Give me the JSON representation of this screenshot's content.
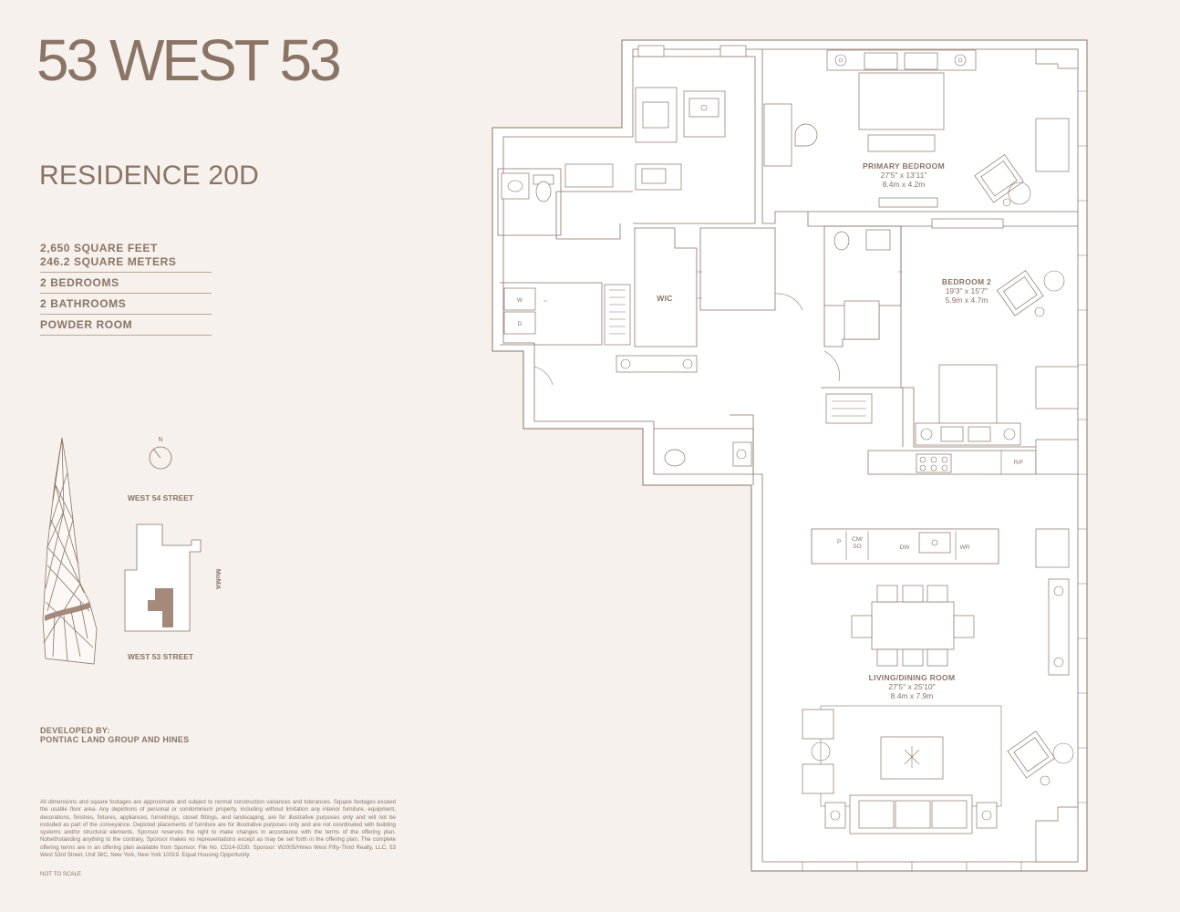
{
  "brand": {
    "title": "53 WEST 53"
  },
  "residence": {
    "title": "RESIDENCE 20D"
  },
  "specs": {
    "square_feet": "2,650 SQUARE FEET",
    "square_meters": "246.2 SQUARE METERS",
    "bedrooms": "2 BEDROOMS",
    "bathrooms": "2 BATHROOMS",
    "powder": "POWDER ROOM"
  },
  "site": {
    "north": "N",
    "street_north": "WEST 54 STREET",
    "street_south": "WEST 53 STREET",
    "moma": "MoMA"
  },
  "developer": {
    "label": "DEVELOPED BY:",
    "name": "PONTIAC LAND GROUP AND HINES"
  },
  "disclaimer": "All dimensions and square footages are approximate and subject to normal construction variances and tolerances. Square footages exceed the usable floor area. Any depictions of personal or condominium property, including without limitation any interior furniture, equipment, decorations, finishes, fixtures, appliances, furnishings, closet fittings, and landscaping, are for illustrative purposes only and will not be included as part of the conveyance. Depicted placements of furniture are for illustrative purposes only and are not coordinated with building systems and/or structural elements. Sponsor reserves the right to make changes in accordance with the terms of the offering plan. Notwithstanding anything to the contrary, Sponsor makes no representations except as may be set forth in the offering plan. The complete offering terms are in an offering plan available from Sponsor. File No. CD14-0230. Sponsor: W2005/Hines West Fifty-Third Realty, LLC, 53 West 53rd Street, Unit 38C, New York, New York 10019. Equal Housing Opportunity.",
  "not_to_scale": "NOT TO SCALE",
  "plan": {
    "primary_bedroom": {
      "name": "PRIMARY BEDROOM",
      "imperial": "27'5\" x 13'11\"",
      "metric": "8.4m x 4.2m"
    },
    "bedroom_2": {
      "name": "BEDROOM 2",
      "imperial": "19'3\" x 15'7\"",
      "metric": "5.9m x 4.7m"
    },
    "living": {
      "name": "LIVING/DINING ROOM",
      "imperial": "27'5\" x 25'10\"",
      "metric": "8.4m x 7.9m"
    },
    "wic": "WIC",
    "washer": "W",
    "dryer": "D",
    "rf": "R/F",
    "pantry": "P",
    "cm": "CM/",
    "so": "SO",
    "dw": "DW",
    "wr": "WR"
  },
  "colors": {
    "ink": "#8a7466",
    "paper": "#f6f1ec",
    "fill": "#ffffff",
    "tower_accent": "#a58a7b"
  }
}
